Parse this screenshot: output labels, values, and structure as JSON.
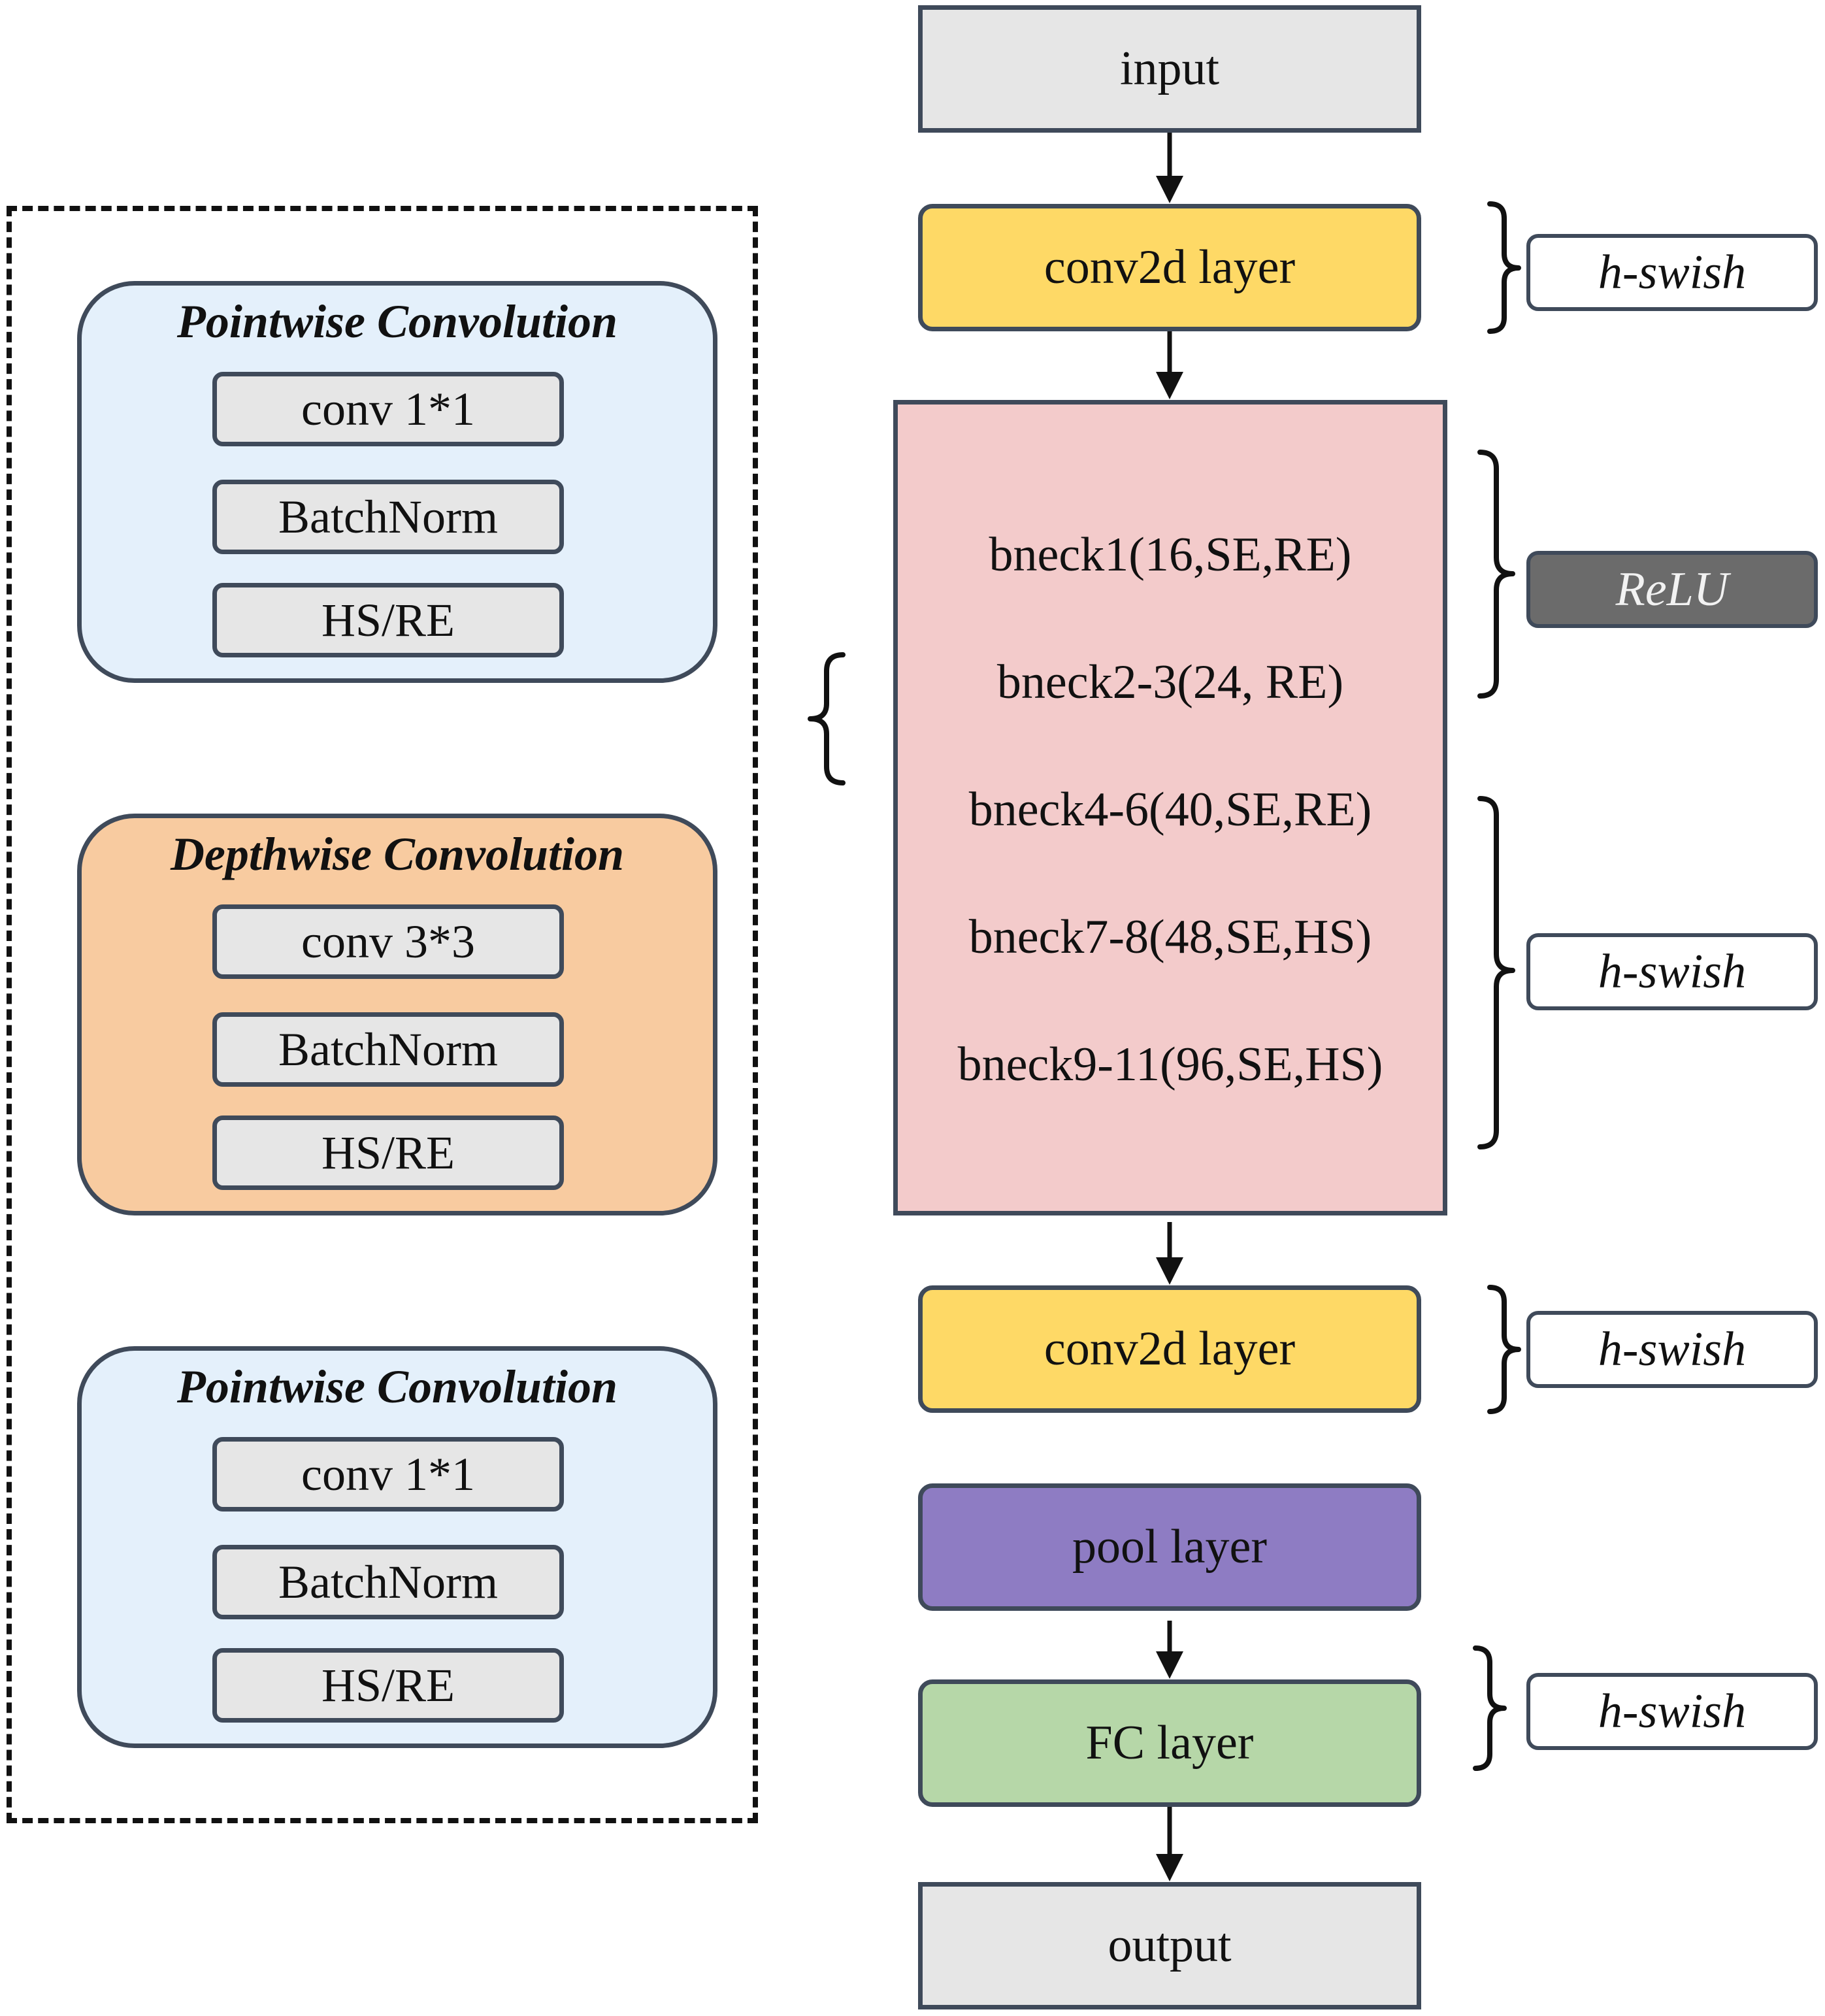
{
  "main_flow": {
    "input": "input",
    "conv2d_top": "conv2d layer",
    "bneck_lines": [
      "bneck1(16,SE,RE)",
      "bneck2-3(24,  RE)",
      "bneck4-6(40,SE,RE)",
      "bneck7-8(48,SE,HS)",
      "bneck9-11(96,SE,HS)"
    ],
    "conv2d_bottom": "conv2d layer",
    "pool": "pool layer",
    "fc": "FC layer",
    "output": "output"
  },
  "activations": {
    "top": "h-swish",
    "relu": "ReLU",
    "middle": "h-swish",
    "conv_bottom": "h-swish",
    "fc": "h-swish"
  },
  "separable_block": {
    "groups": [
      {
        "title": "Pointwise Convolution",
        "items": [
          "conv 1*1",
          "BatchNorm",
          "HS/RE"
        ]
      },
      {
        "title": "Depthwise Convolution",
        "items": [
          "conv 3*3",
          "BatchNorm",
          "HS/RE"
        ]
      },
      {
        "title": "Pointwise Convolution",
        "items": [
          "conv 1*1",
          "BatchNorm",
          "HS/RE"
        ]
      }
    ]
  },
  "colors": {
    "gray_box": "#e6e6e6",
    "conv_yellow": "#fed966",
    "bneck_pink": "#f3cbcb",
    "pool_purple": "#8e7cc3",
    "fc_green": "#b6d7a8",
    "pointwise_blue": "#e4f0fb",
    "depthwise_orange": "#f8cba0",
    "relu_gray": "#6b6b6b"
  }
}
